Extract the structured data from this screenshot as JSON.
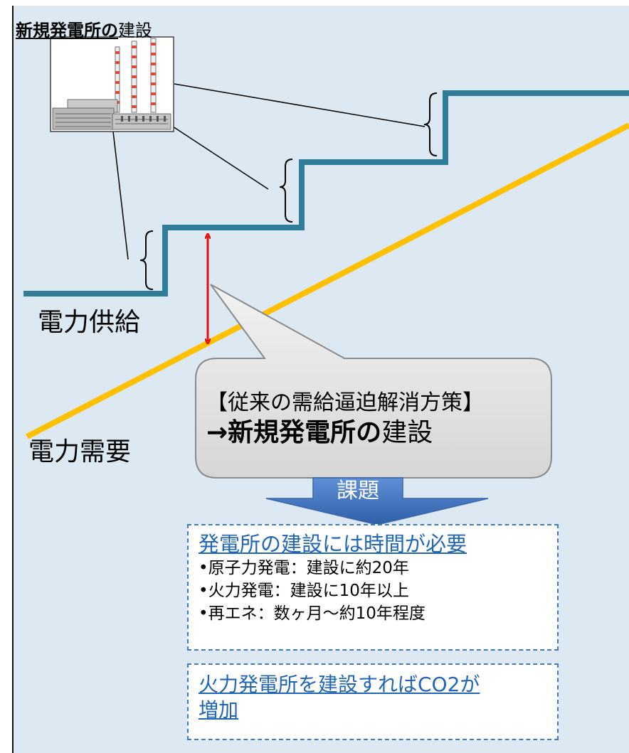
{
  "title": {
    "bold_part": "新規発電所の",
    "normal_part": "建設"
  },
  "labels": {
    "supply": "電力供給",
    "demand": "電力需要"
  },
  "callout": {
    "line1": "【従来の需給逼迫解消方策】",
    "arrow": "→",
    "line2_bold": "新規発電所の",
    "line2_normal": "建設"
  },
  "issue_label": "課題",
  "issue_box": {
    "heading": "発電所の建設には時間が必要",
    "bullets": [
      "•原子力発電：建設に約20年",
      "•火力発電：建設に10年以上",
      "•再エネ：数ヶ月〜約10年程度"
    ]
  },
  "co2_box": {
    "line1": "火力発電所を建設すればCO2が",
    "line2": "増加"
  },
  "colors": {
    "background": "#dce8f2",
    "supply_line": "#2f7d98",
    "demand_line": "#ffc000",
    "gap_arrow": "#e01010",
    "issue_arrow": "#4a78c0",
    "link": "#2166b5"
  },
  "icons": [
    "power-plant-icon"
  ]
}
